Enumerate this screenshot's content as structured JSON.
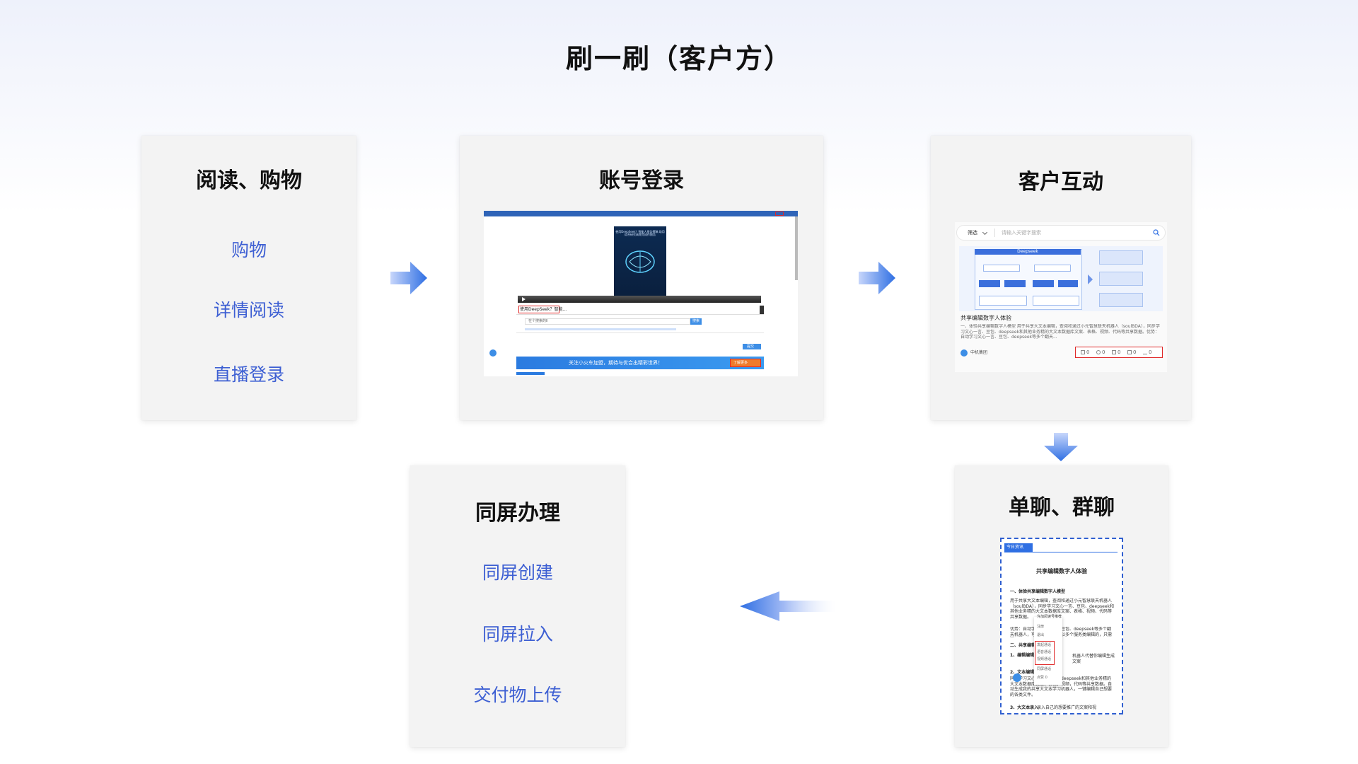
{
  "title": "刷一刷（客户方）",
  "colors": {
    "link": "#3d5fd3",
    "accent_blue": "#2f6fe3",
    "highlight_red": "#e02a2a"
  },
  "cards": {
    "read": {
      "title": "阅读、购物",
      "items": [
        "购物",
        "详情阅读",
        "直播登录"
      ]
    },
    "login": {
      "title": "账号登录",
      "screenshot": {
        "video_caption": "使用DeepSeek？智能人报告撰稿 助用综合研究高效完成作报告",
        "tab_label": "使用DeepSeek？智能...",
        "search_placeholder": "在个搜索的Ⅱ",
        "search_button": "搜索",
        "banner_text": "关注小火车加盟，期待与优合出精彩世界！",
        "banner_button": "了解更多",
        "submit_button": "提交"
      }
    },
    "interact": {
      "title": "客户互动",
      "screenshot": {
        "filter": "筛选",
        "search_placeholder": "请输入关键字搜索",
        "flow_header": "Deepseek",
        "post_title": "共享编辑数字人体验",
        "post_desc": "一、体验共享编辑数字人模型 用于共享大文本编辑，查阅和通过小元智慧联天机器人（soulBDA），同步学习文心一言、豆包、deepseek和其他业务精的大文本数据库文案、表格、视频、代码等共享数据。优势：自动学习文心一言、豆包、deepseek等多个翻天...",
        "author": "中机集团",
        "stats": [
          "0",
          "0",
          "0",
          "0",
          "0"
        ]
      }
    },
    "chat": {
      "title": "单聊、群聊",
      "screenshot": {
        "tab": "今日资讯",
        "doc_title": "共享编辑数字人体验",
        "section1": "一、体验共享编辑数字人模型",
        "para1": "用于共享大文本编辑，查阅和通过小元智慧联天机器人（soulBDA），同步学习文心一言、豆包、deepseek和其他业务精的大文本数据库文案、表格、视频、代码等共享数据。",
        "para2": "优势：自动学习文心一言、豆包、deepseek等多个翻天机器人，可以多共享，可以多个服务类编辑的，只需要记录...",
        "section2": "二、共享编辑",
        "item1": "1、编辑编辑",
        "item1_text": "机器人代替你编辑生成文案",
        "item2": "2、文本编辑",
        "item2_text": "同步学习文心一言、豆包、deepseek和其他业务精的大文本数据库文案，表格，视频，代码等共享数据。自动生成我的共享大文本学习机器人，一键编辑自己想要的各类文件。",
        "item3": "3、大文本录入",
        "item3_text": "录入自己的想要推广的文案和视",
        "menu_items": [
          "注册",
          "退出",
          "发起通话",
          "语音通话",
          "视频通话",
          "同屏通话",
          "点赞 0"
        ],
        "menu_extra": "许加阅读号推荐"
      }
    },
    "screen": {
      "title": "同屏办理",
      "items": [
        "同屏创建",
        "同屏拉入",
        "交付物上传"
      ]
    }
  }
}
